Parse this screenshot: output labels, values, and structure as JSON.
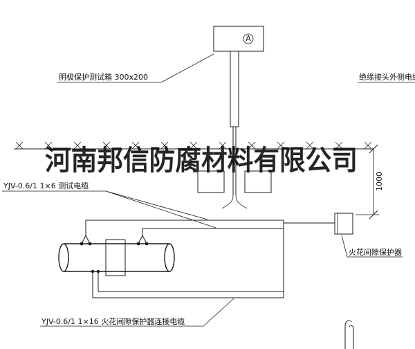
{
  "watermark": "河南邦信防腐材料有限公司",
  "labels": {
    "test_box": "阴极保护测试箱 300x200",
    "insulated_joint_cable": "绝缘接头外侧电缆",
    "test_cable": "YJV-0.6/1 1×6  测试电缆",
    "spark_gap_protector": "火花间隙保护器",
    "protector_cable": "YJV-0.6/1 1×16  火花间隙保护器连接电缆",
    "dimension": "1000",
    "meter": "A"
  },
  "colors": {
    "line": "#1a1a1a",
    "background": "#ffffff",
    "watermark": "#131313"
  }
}
